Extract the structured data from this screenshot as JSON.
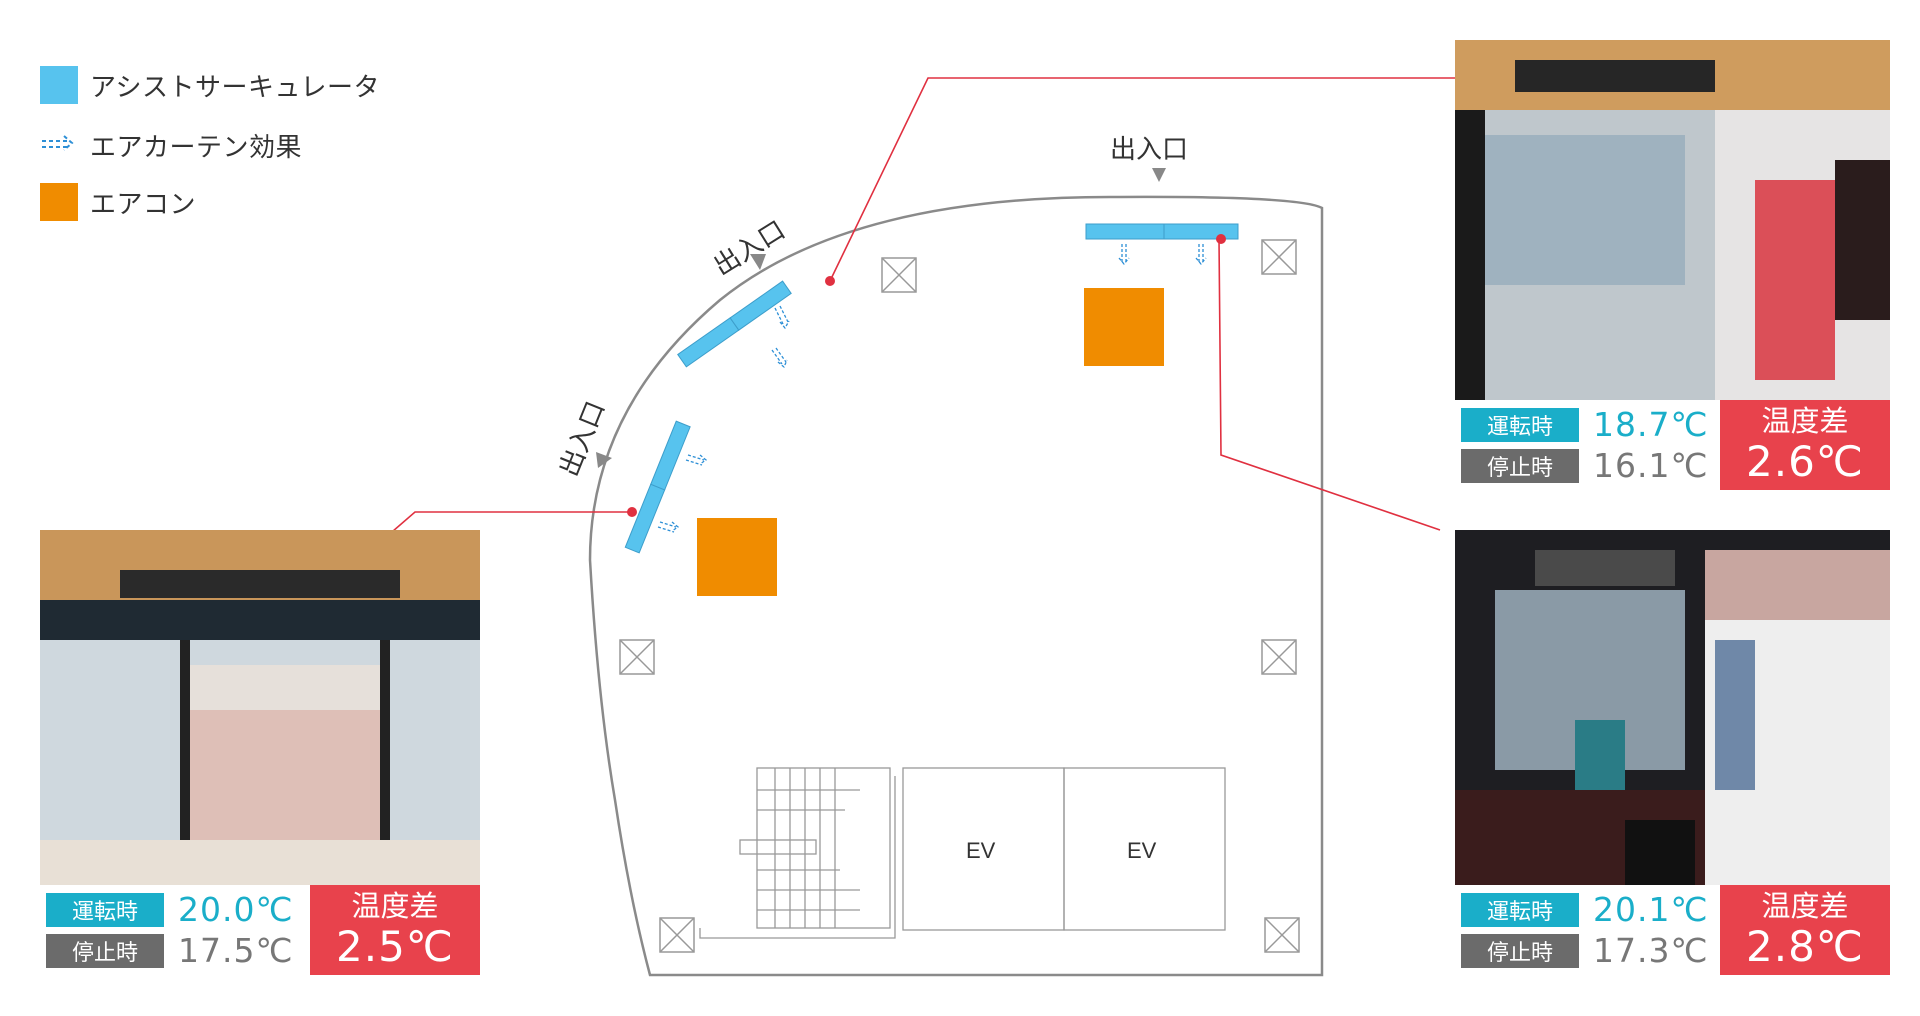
{
  "legend": {
    "circulator": {
      "label": "アシストサーキュレータ",
      "color": "#57c3ee"
    },
    "air_curtain": {
      "label": "エアカーテン効果",
      "color": "#2d8fd6"
    },
    "aircon": {
      "label": "エアコン",
      "color": "#f08c00"
    }
  },
  "entrances": [
    "出入口",
    "出入口",
    "出入口"
  ],
  "elevators": [
    "EV",
    "EV"
  ],
  "readouts": {
    "left": {
      "run_label": "運転時",
      "run_value": "20.0℃",
      "stop_label": "停止時",
      "stop_value": "17.5℃",
      "diff_label": "温度差",
      "diff_value": "2.5℃"
    },
    "top_right": {
      "run_label": "運転時",
      "run_value": "18.7℃",
      "stop_label": "停止時",
      "stop_value": "16.1℃",
      "diff_label": "温度差",
      "diff_value": "2.6℃"
    },
    "bottom_right": {
      "run_label": "運転時",
      "run_value": "20.1℃",
      "stop_label": "停止時",
      "stop_value": "17.3℃",
      "diff_label": "温度差",
      "diff_value": "2.8℃"
    }
  },
  "colors": {
    "leader_line": "#e03040",
    "wall": "#8a8a8a",
    "run": "#1aaec9",
    "stop": "#6b6b6b",
    "diff": "#e8424c"
  }
}
